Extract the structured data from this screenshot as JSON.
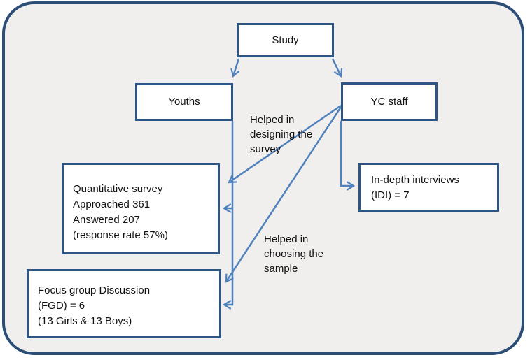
{
  "diagram": {
    "colors": {
      "canvas_bg": "#f0efee",
      "frame_border": "#2b4d76",
      "box_border": "#2d5586",
      "box_bg": "#ffffff",
      "arrow": "#4f81bd",
      "text": "#111111"
    },
    "nodes": {
      "study": {
        "label": "Study"
      },
      "youths": {
        "label": "Youths"
      },
      "yc_staff": {
        "label": "YC staff"
      },
      "quant_survey": {
        "lines": [
          "Quantitative survey",
          "Approached 361",
          "Answered 207",
          "(response rate 57%)"
        ]
      },
      "idi": {
        "lines": [
          "In-depth interviews",
          "(IDI) = 7"
        ]
      },
      "fgd": {
        "lines": [
          "Focus group Discussion",
          "(FGD) = 6",
          "(13 Girls & 13 Boys)"
        ]
      }
    },
    "annotations": {
      "designing": {
        "lines": [
          "Helped in",
          "designing the",
          "survey"
        ]
      },
      "choosing": {
        "lines": [
          "Helped in",
          "choosing the",
          "sample"
        ]
      }
    }
  }
}
